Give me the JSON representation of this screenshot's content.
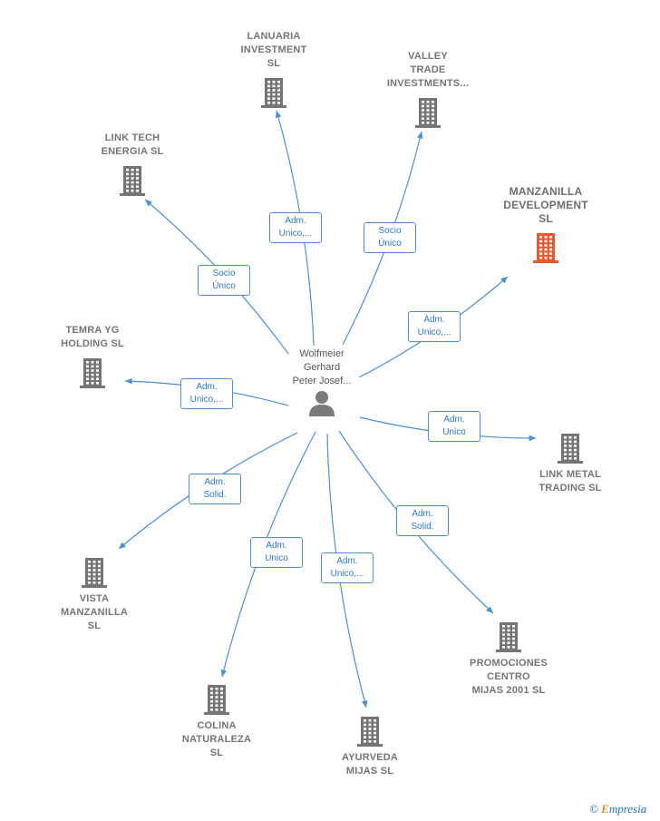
{
  "person": {
    "name": "Wolfmeier\nGerhard\nPeter Josef...",
    "icon": "person-icon"
  },
  "companies": [
    {
      "id": "lanuaria",
      "name": "LANUARIA\nINVESTMENT\nSL",
      "color": "#757575"
    },
    {
      "id": "valley",
      "name": "VALLEY\nTRADE\nINVESTMENTS...",
      "color": "#757575"
    },
    {
      "id": "linktech",
      "name": "LINK TECH\nENERGIA  SL",
      "color": "#757575"
    },
    {
      "id": "manzanilla",
      "name": "MANZANILLA\nDEVELOPMENT\nSL",
      "color": "#f0582c"
    },
    {
      "id": "temra",
      "name": "TEMRA YG\nHOLDING  SL",
      "color": "#757575"
    },
    {
      "id": "linkmetal",
      "name": "LINK METAL\nTRADING  SL",
      "color": "#757575"
    },
    {
      "id": "vista",
      "name": "VISTA\nMANZANILLA\nSL",
      "color": "#757575"
    },
    {
      "id": "promociones",
      "name": "PROMOCIONES\nCENTRO\nMIJAS 2001 SL",
      "color": "#757575"
    },
    {
      "id": "colina",
      "name": "COLINA\nNATURALEZA\nSL",
      "color": "#757575"
    },
    {
      "id": "ayurveda",
      "name": "AYURVEDA\nMIJAS  SL",
      "color": "#757575"
    }
  ],
  "relations": [
    {
      "target": "lanuaria",
      "label": "Adm.\nUnico,..."
    },
    {
      "target": "valley",
      "label": "Socio\nÚnico"
    },
    {
      "target": "linktech",
      "label": "Socio\nÚnico"
    },
    {
      "target": "manzanilla",
      "label": "Adm.\nUnico,..."
    },
    {
      "target": "temra",
      "label": "Adm.\nUnico,..."
    },
    {
      "target": "linkmetal",
      "label": "Adm.\nUnico"
    },
    {
      "target": "vista",
      "label": "Adm.\nSolid."
    },
    {
      "target": "promociones",
      "label": "Adm.\nSolid."
    },
    {
      "target": "colina",
      "label": "Adm.\nUnico"
    },
    {
      "target": "ayurveda",
      "label": "Adm.\nUnico,..."
    }
  ],
  "colors": {
    "edge": "#4a90d9",
    "building": "#757575",
    "highlight": "#f0582c"
  },
  "brand": {
    "copyright": "©",
    "text": "mpresia",
    "letter": "E"
  }
}
